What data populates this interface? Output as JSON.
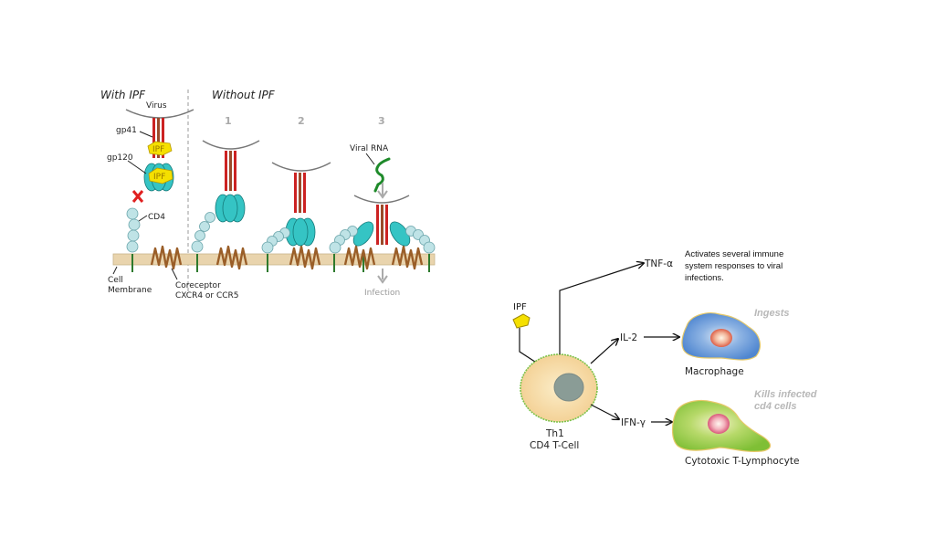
{
  "left_diagram": {
    "headers": {
      "with": "With IPF",
      "without": "Without IPF"
    },
    "panel_numbers": [
      "1",
      "2",
      "3"
    ],
    "labels": {
      "virus": "Virus",
      "gp41": "gp41",
      "gp120": "gp120",
      "ipf_top": "IPF",
      "ipf_bottom": "IPF",
      "cd4": "CD4",
      "cell_membrane_1": "Cell",
      "cell_membrane_2": "Membrane",
      "coreceptor_1": "Coreceptor",
      "coreceptor_2": "CXCR4 or CCR5",
      "viral_rna": "Viral RNA",
      "infection": "Infection"
    },
    "colors": {
      "membrane": "#e9d4ad",
      "gp120": "#35c4c4",
      "gp41": "#cc2222",
      "ipf": "#f5e000",
      "cd4": "#bfe3e6",
      "coreceptor": "#9a5e28",
      "rna": "#1e8a2a",
      "block_x": "#e02020"
    }
  },
  "right_diagram": {
    "ipf_label": "IPF",
    "th1_label_1": "Th1",
    "th1_label_2": "CD4 T-Cell",
    "cytokines": {
      "tnf": "TNF-α",
      "il2": "IL-2",
      "ifn": "IFN-γ"
    },
    "tnf_note": [
      "Activates several immune",
      "system responses to viral",
      "infections."
    ],
    "macrophage_label": "Macrophage",
    "macrophage_action": "Ingests",
    "ctl_label": "Cytotoxic T-Lymphocyte",
    "ctl_action": [
      "Kills infected",
      "cd4 cells"
    ],
    "colors": {
      "th1_cell": "#f6d9a4",
      "th1_nucleus": "#8a9c96",
      "macrophage": "#5b8fd6",
      "ctl": "#8cc63f",
      "nucleus_red": "#e27058"
    }
  }
}
